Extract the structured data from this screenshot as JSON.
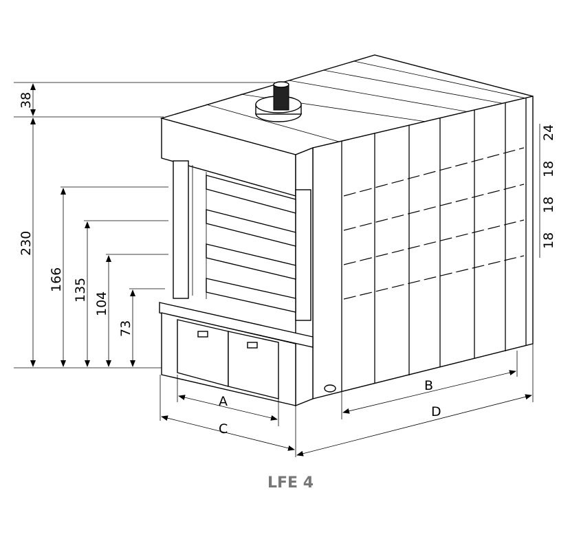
{
  "caption": "LFE 4",
  "dimensions": {
    "height_top": "38",
    "height_total": "230",
    "deck_1": "166",
    "deck_2": "135",
    "deck_3": "104",
    "deck_4": "73",
    "right": [
      "24",
      "18",
      "18",
      "18"
    ],
    "width_a": "A",
    "width_b": "B",
    "width_c": "C",
    "width_d": "D"
  },
  "colors": {
    "caption": "#777777",
    "lines": "#000000"
  }
}
